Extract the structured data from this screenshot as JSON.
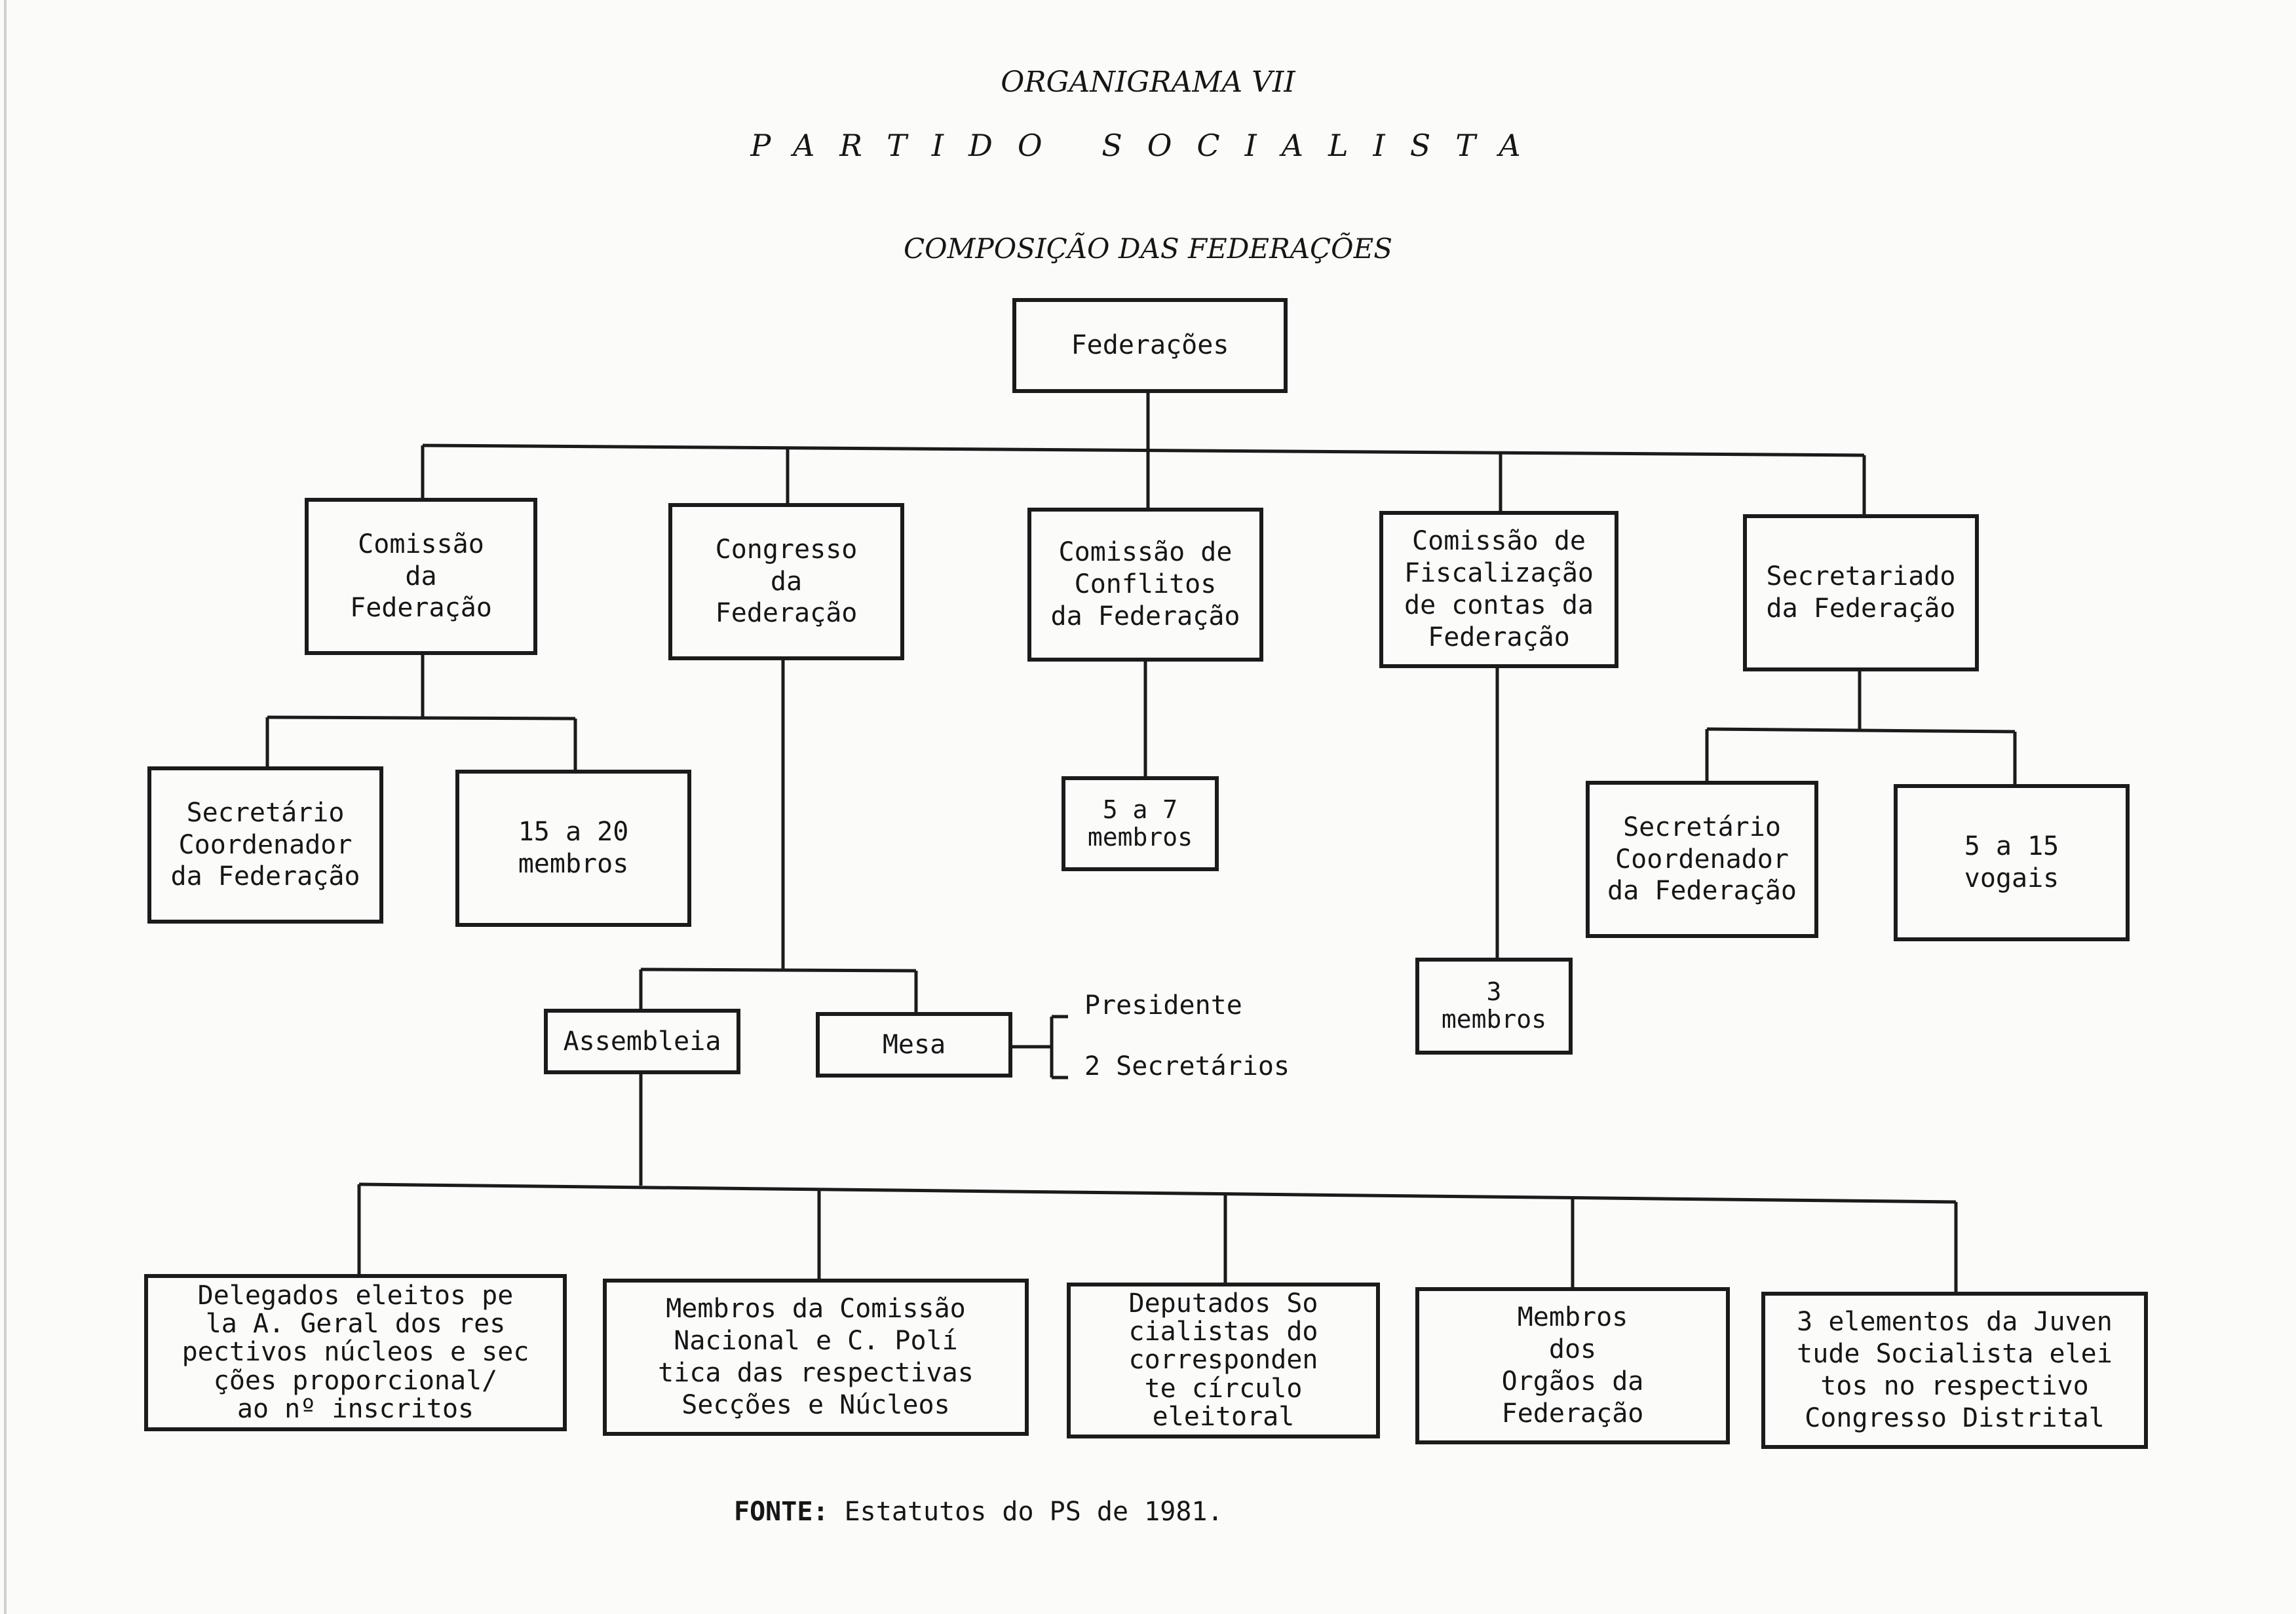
{
  "header": {
    "title": "ORGANIGRAMA VII",
    "party": "PARTIDO SOCIALISTA",
    "subtitle": "COMPOSIÇÃO DAS FEDERAÇÕES"
  },
  "nodes": {
    "federacoes": "Federações",
    "comissao_federacao": "Comissão\nda\nFederação",
    "congresso_federacao": "Congresso\nda\nFederação",
    "comissao_conflitos": "Comissão de\nConflitos\nda Federação",
    "comissao_fiscalizacao": "Comissão de\nFiscalização\nde contas da\nFederação",
    "secretariado_federacao": "Secretariado\nda Federação",
    "secretario_coordenador_1": "Secretário\nCoordenador\nda Federação",
    "membros_15_20": "15 a 20\nmembros",
    "membros_5_7": "5 a 7\nmembros",
    "membros_3": "3\nmembros",
    "secretario_coordenador_2": "Secretário\nCoordenador\nda Federação",
    "vogais_5_15": "5 a 15\nvogais",
    "assembleia": "Assembleia",
    "mesa": "Mesa",
    "presidente": "Presidente",
    "secretarios_2": "2 Secretários",
    "delegados": "Delegados eleitos pe\nla A. Geral dos res\npectivos núcleos e sec\nções proporcional/\nao nº inscritos",
    "membros_comissao": "Membros da Comissão\nNacional e C. Polí\ntica das respectivas\nSecções e Núcleos",
    "deputados": "Deputados So\ncialistas do\ncorresponden\nte círculo\neleitoral",
    "membros_orgaos": "Membros\ndos\nOrgãos da\nFederação",
    "juventude": "3 elementos da Juven\ntude Socialista elei\ntos no respectivo\nCongresso Distrital"
  },
  "source": {
    "label": "FONTE:",
    "text": "Estatutos do PS de 1981."
  }
}
